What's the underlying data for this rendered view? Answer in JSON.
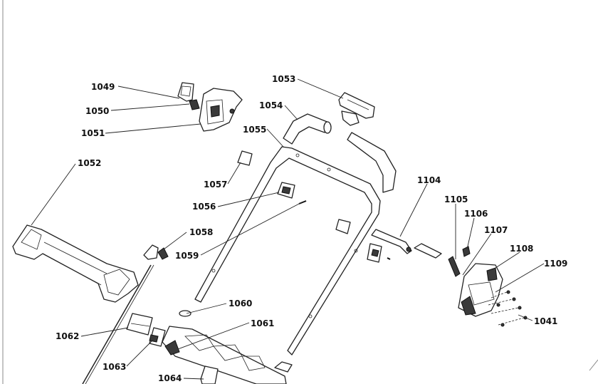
{
  "diagram": {
    "callouts": [
      {
        "id": "c1049",
        "text": "1049"
      },
      {
        "id": "c1050",
        "text": "1050"
      },
      {
        "id": "c1051",
        "text": "1051"
      },
      {
        "id": "c1052",
        "text": "1052"
      },
      {
        "id": "c1053",
        "text": "1053"
      },
      {
        "id": "c1054",
        "text": "1054"
      },
      {
        "id": "c1055",
        "text": "1055"
      },
      {
        "id": "c1056",
        "text": "1056"
      },
      {
        "id": "c1057",
        "text": "1057"
      },
      {
        "id": "c1058",
        "text": "1058"
      },
      {
        "id": "c1059",
        "text": "1059"
      },
      {
        "id": "c1060",
        "text": "1060"
      },
      {
        "id": "c1061",
        "text": "1061"
      },
      {
        "id": "c1062",
        "text": "1062"
      },
      {
        "id": "c1063",
        "text": "1063"
      },
      {
        "id": "c1064",
        "text": "1064"
      },
      {
        "id": "c1104",
        "text": "1104"
      },
      {
        "id": "c1105",
        "text": "1105"
      },
      {
        "id": "c1106",
        "text": "1106"
      },
      {
        "id": "c1107",
        "text": "1107"
      },
      {
        "id": "c1108",
        "text": "1108"
      },
      {
        "id": "c1109",
        "text": "1109"
      },
      {
        "id": "c1041",
        "text": "1041"
      }
    ]
  }
}
